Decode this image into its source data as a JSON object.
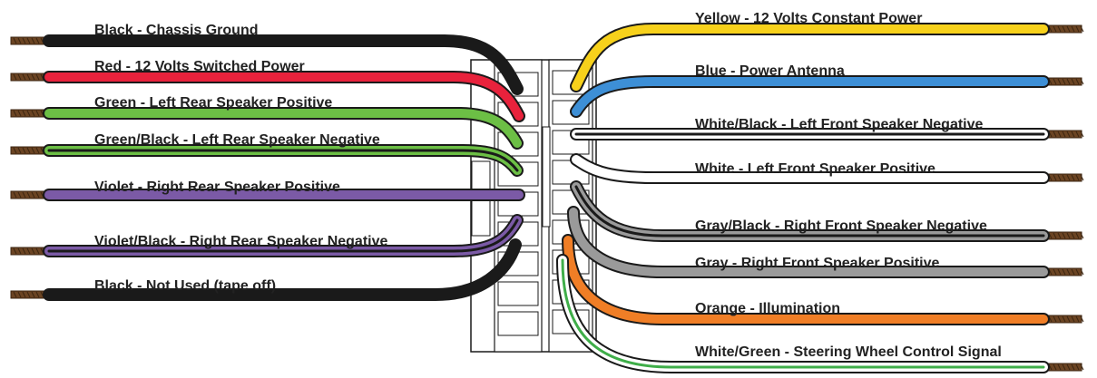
{
  "left_wires": [
    {
      "label": "Black - Chassis Ground",
      "color": "#1a1a1a",
      "stripe": null
    },
    {
      "label": "Red - 12 Volts Switched Power",
      "color": "#e8223c",
      "stripe": null
    },
    {
      "label": "Green - Left Rear Speaker Positive",
      "color": "#6cbf45",
      "stripe": null
    },
    {
      "label": "Green/Black - Left Rear Speaker Negative",
      "color": "#6cbf45",
      "stripe": "#1a1a1a"
    },
    {
      "label": "Violet - Right Rear Speaker Positive",
      "color": "#7b5aa6",
      "stripe": null
    },
    {
      "label": "Violet/Black - Right Rear Speaker Negative",
      "color": "#7b5aa6",
      "stripe": "#1a1a1a"
    },
    {
      "label": "Black - Not Used (tape off)",
      "color": "#1a1a1a",
      "stripe": null
    }
  ],
  "right_wires": [
    {
      "label": "Yellow - 12 Volts Constant Power",
      "color": "#f7d11b",
      "stripe": null
    },
    {
      "label": "Blue - Power Antenna",
      "color": "#3d8fd6",
      "stripe": null
    },
    {
      "label": "White/Black - Left Front Speaker Negative",
      "color": "#ffffff",
      "stripe": "#1a1a1a"
    },
    {
      "label": "White - Left Front Speaker Positive",
      "color": "#ffffff",
      "stripe": null
    },
    {
      "label": "Gray/Black - Right Front Speaker Negative",
      "color": "#9a9a9a",
      "stripe": "#1a1a1a"
    },
    {
      "label": "Gray - Right Front Speaker Positive",
      "color": "#9a9a9a",
      "stripe": null
    },
    {
      "label": "Orange - Illumination",
      "color": "#f07e26",
      "stripe": null
    },
    {
      "label": "White/Green - Steering Wheel Control Signal",
      "color": "#ffffff",
      "stripe": "#3fae49"
    }
  ],
  "colors": {
    "outline": "#1a1a1a",
    "copper": "#6b4423",
    "copper_dark": "#3b2410",
    "connector": "#ffffff"
  }
}
